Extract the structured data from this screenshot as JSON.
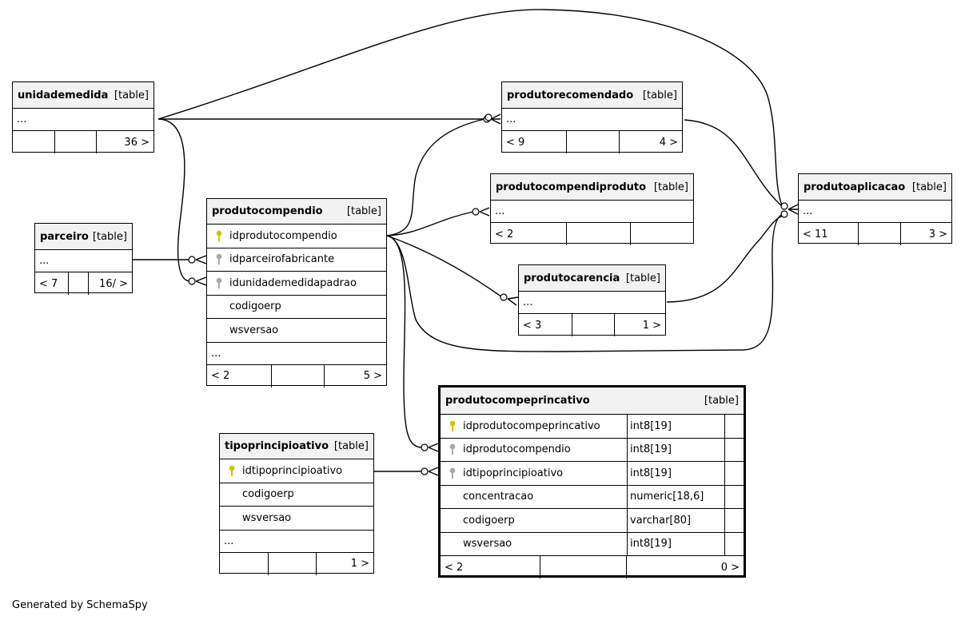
{
  "footer_text": "Generated by SchemaSpy",
  "colors": {
    "primary_key": "#d4c200",
    "foreign_key": "#a8a8a8",
    "header_bg": "#f2f2f2"
  },
  "tables": {
    "unidademedida": {
      "name": "unidademedida",
      "kind": "[table]",
      "ellipsis": "...",
      "parents": "",
      "mid": "",
      "children": "36 >"
    },
    "produtorecomendado": {
      "name": "produtorecomendado",
      "kind": "[table]",
      "ellipsis": "...",
      "parents": "< 9",
      "mid": "",
      "children": "4 >"
    },
    "produtocompendiproduto": {
      "name": "produtocompendiproduto",
      "kind": "[table]",
      "ellipsis": "...",
      "parents": "< 2",
      "mid": "",
      "children": ""
    },
    "produtoaplicacao": {
      "name": "produtoaplicacao",
      "kind": "[table]",
      "ellipsis": "...",
      "parents": "< 11",
      "mid": "",
      "children": "3 >"
    },
    "parceiro": {
      "name": "parceiro",
      "kind": "[table]",
      "ellipsis": "...",
      "parents": "< 7",
      "mid": "",
      "children": "16/ >"
    },
    "produtocarencia": {
      "name": "produtocarencia",
      "kind": "[table]",
      "ellipsis": "...",
      "parents": "< 3",
      "mid": "",
      "children": "1 >"
    },
    "produtocompendio": {
      "name": "produtocompendio",
      "kind": "[table]",
      "columns": [
        {
          "name": "idprodutocompendio",
          "key": "primary-key"
        },
        {
          "name": "idparceirofabricante",
          "key": "foreign-key"
        },
        {
          "name": "idunidademedidapadrao",
          "key": "foreign-key"
        },
        {
          "name": "codigoerp",
          "key": ""
        },
        {
          "name": "wsversao",
          "key": ""
        }
      ],
      "ellipsis": "...",
      "parents": "< 2",
      "mid": "",
      "children": "5 >"
    },
    "tipoprincipioativo": {
      "name": "tipoprincipioativo",
      "kind": "[table]",
      "columns": [
        {
          "name": "idtipoprincipioativo",
          "key": "primary-key"
        },
        {
          "name": "codigoerp",
          "key": ""
        },
        {
          "name": "wsversao",
          "key": ""
        }
      ],
      "ellipsis": "...",
      "parents": "",
      "mid": "",
      "children": "1 >"
    },
    "produtocompeprincativo": {
      "name": "produtocompeprincativo",
      "kind": "[table]",
      "columns": [
        {
          "name": "idprodutocompeprincativo",
          "type": "int8[19]",
          "key": "primary-key"
        },
        {
          "name": "idprodutocompendio",
          "type": "int8[19]",
          "key": "foreign-key"
        },
        {
          "name": "idtipoprincipioativo",
          "type": "int8[19]",
          "key": "foreign-key"
        },
        {
          "name": "concentracao",
          "type": "numeric[18,6]",
          "key": ""
        },
        {
          "name": "codigoerp",
          "type": "varchar[80]",
          "key": ""
        },
        {
          "name": "wsversao",
          "type": "int8[19]",
          "key": ""
        }
      ],
      "parents": "< 2",
      "mid": "",
      "children": "0 >"
    }
  }
}
